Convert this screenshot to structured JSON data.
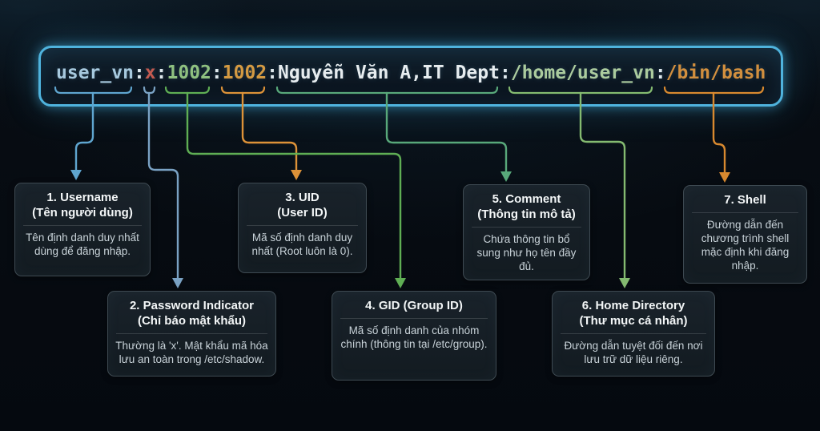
{
  "terminal": {
    "border_color": "#4fb3dd",
    "fields": [
      {
        "name": "username",
        "text": "user_vn",
        "color": "#a7c9de"
      },
      {
        "name": "colon-1",
        "text": ":",
        "color": "#dfe9ee"
      },
      {
        "name": "password",
        "text": "x",
        "color": "#c35a50"
      },
      {
        "name": "colon-2",
        "text": ":",
        "color": "#dfe9ee"
      },
      {
        "name": "uid",
        "text": "1002",
        "color": "#8fc180"
      },
      {
        "name": "colon-3",
        "text": ":",
        "color": "#dfe9ee"
      },
      {
        "name": "gid",
        "text": "1002",
        "color": "#d49a42"
      },
      {
        "name": "colon-4",
        "text": ":",
        "color": "#dfe9ee"
      },
      {
        "name": "comment",
        "text": "Nguyễn Văn A,IT Dept",
        "color": "#e6ecef"
      },
      {
        "name": "colon-5",
        "text": ":",
        "color": "#dfe9ee"
      },
      {
        "name": "home",
        "text": "/home/user_vn",
        "color": "#abcb9e"
      },
      {
        "name": "colon-6",
        "text": ":",
        "color": "#dfe9ee"
      },
      {
        "name": "shell",
        "text": "/bin/bash",
        "color": "#d28f3e"
      }
    ]
  },
  "connectors": [
    {
      "to": "box-1-username",
      "color": "#5fa5cf"
    },
    {
      "to": "box-2-password-indicator",
      "color": "#7aa2c4"
    },
    {
      "to": "box-3-uid",
      "color": "#dd9238"
    },
    {
      "to": "box-4-gid",
      "color": "#5fae54"
    },
    {
      "to": "box-5-comment",
      "color": "#58a87a"
    },
    {
      "to": "box-6-home-directory",
      "color": "#84ba70"
    },
    {
      "to": "box-7-shell",
      "color": "#d8892f"
    }
  ],
  "boxes": [
    {
      "title": "1. Username\n(Tên người dùng)",
      "body": "Tên định danh duy nhất dùng để đăng nhập."
    },
    {
      "title": "2. Password Indicator\n(Chỉ báo mật khẩu)",
      "body": "Thường là 'x'. Mật khẩu mã hóa lưu an toàn trong /etc/shadow."
    },
    {
      "title": "3. UID\n(User ID)",
      "body": "Mã số định danh duy nhất (Root luôn là 0)."
    },
    {
      "title": "4. GID (Group ID)",
      "body": "Mã số định danh của nhóm chính (thông tin tại /etc/group)."
    },
    {
      "title": "5. Comment\n(Thông tin mô tả)",
      "body": "Chứa thông tin bổ sung như họ tên đầy đủ."
    },
    {
      "title": "6. Home Directory\n(Thư mục cá nhân)",
      "body": "Đường dẫn tuyệt đối đến nơi lưu trữ dữ liệu riêng."
    },
    {
      "title": "7. Shell",
      "body": "Đường dẫn đến chương trình shell mặc định khi đăng nhập."
    }
  ]
}
